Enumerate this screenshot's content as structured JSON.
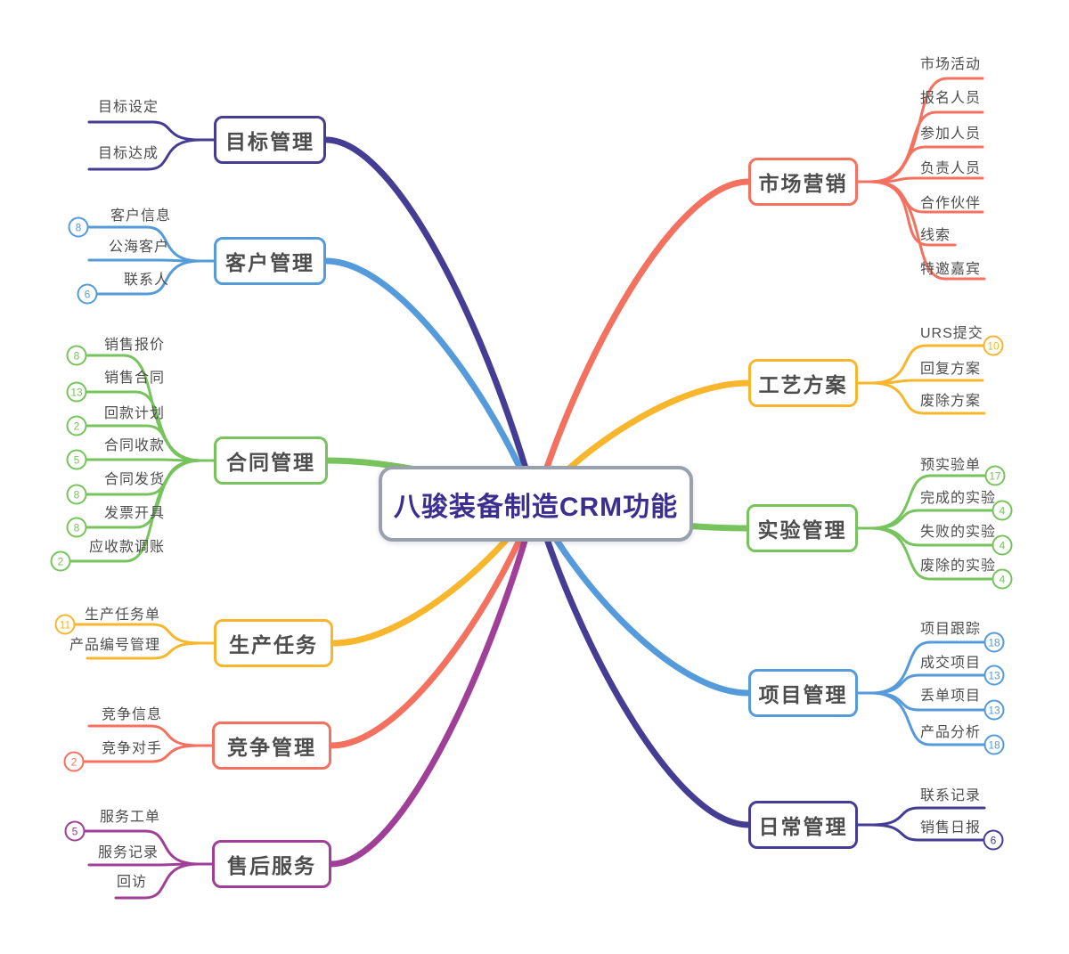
{
  "title": "八骏装备制造CRM功能",
  "colors": {
    "indigo": "#453c94",
    "blue": "#559bdb",
    "green": "#77c35d",
    "yellow": "#f8b62d",
    "red": "#f4705f",
    "magenta": "#a03f97",
    "center_text": "#3a2e8e",
    "center_border": "#99a1ae",
    "label_text": "#4d4d4d"
  },
  "left_branches": [
    {
      "id": "goal-management",
      "label": "目标管理",
      "color": "indigo",
      "children": [
        {
          "id": "goal-setting",
          "label": "目标设定"
        },
        {
          "id": "goal-achievement",
          "label": "目标达成"
        }
      ]
    },
    {
      "id": "customer-management",
      "label": "客户管理",
      "color": "blue",
      "children": [
        {
          "id": "customer-info",
          "label": "客户信息",
          "badge": "8"
        },
        {
          "id": "public-sea-customers",
          "label": "公海客户"
        },
        {
          "id": "contacts",
          "label": "联系人",
          "badge": "6"
        }
      ]
    },
    {
      "id": "contract-management",
      "label": "合同管理",
      "color": "green",
      "children": [
        {
          "id": "sales-quotation",
          "label": "销售报价",
          "badge": "8"
        },
        {
          "id": "sales-contract",
          "label": "销售合同",
          "badge": "13"
        },
        {
          "id": "payment-plan",
          "label": "回款计划",
          "badge": "2"
        },
        {
          "id": "contract-collection",
          "label": "合同收款",
          "badge": "5"
        },
        {
          "id": "contract-shipment",
          "label": "合同发货",
          "badge": "8"
        },
        {
          "id": "invoice-issuing",
          "label": "发票开具",
          "badge": "8"
        },
        {
          "id": "receivable-adjustment",
          "label": "应收款调账",
          "badge": "2"
        }
      ]
    },
    {
      "id": "production-tasks",
      "label": "生产任务",
      "color": "yellow",
      "children": [
        {
          "id": "production-task-order",
          "label": "生产任务单",
          "badge": "11"
        },
        {
          "id": "product-number-management",
          "label": "产品编号管理"
        }
      ]
    },
    {
      "id": "competition-management",
      "label": "竞争管理",
      "color": "red",
      "children": [
        {
          "id": "competition-info",
          "label": "竞争信息"
        },
        {
          "id": "competitors",
          "label": "竞争对手",
          "badge": "2"
        }
      ]
    },
    {
      "id": "after-sales-service",
      "label": "售后服务",
      "color": "magenta",
      "children": [
        {
          "id": "service-work-order",
          "label": "服务工单",
          "badge": "5"
        },
        {
          "id": "service-records",
          "label": "服务记录"
        },
        {
          "id": "return-visit",
          "label": "回访"
        }
      ]
    }
  ],
  "right_branches": [
    {
      "id": "marketing",
      "label": "市场营销",
      "color": "red",
      "children": [
        {
          "id": "market-activities",
          "label": "市场活动"
        },
        {
          "id": "registered-people",
          "label": "报名人员"
        },
        {
          "id": "participants",
          "label": "参加人员"
        },
        {
          "id": "responsible-people",
          "label": "负责人员"
        },
        {
          "id": "partners",
          "label": "合作伙伴"
        },
        {
          "id": "leads",
          "label": "线索"
        },
        {
          "id": "invited-guests",
          "label": "特邀嘉宾"
        }
      ]
    },
    {
      "id": "process-plan",
      "label": "工艺方案",
      "color": "yellow",
      "children": [
        {
          "id": "urs-submission",
          "label": "URS提交",
          "badge": "10"
        },
        {
          "id": "reply-plan",
          "label": "回复方案"
        },
        {
          "id": "abolished-plan",
          "label": "废除方案"
        }
      ]
    },
    {
      "id": "experiment-management",
      "label": "实验管理",
      "color": "green",
      "children": [
        {
          "id": "pre-experiment-order",
          "label": "预实验单",
          "badge": "17"
        },
        {
          "id": "completed-experiments",
          "label": "完成的实验",
          "badge": "4"
        },
        {
          "id": "failed-experiments",
          "label": "失败的实验",
          "badge": "4"
        },
        {
          "id": "abolished-experiments",
          "label": "废除的实验",
          "badge": "4"
        }
      ]
    },
    {
      "id": "project-management",
      "label": "项目管理",
      "color": "blue",
      "children": [
        {
          "id": "project-tracking",
          "label": "项目跟踪",
          "badge": "18"
        },
        {
          "id": "won-projects",
          "label": "成交项目",
          "badge": "13"
        },
        {
          "id": "lost-projects",
          "label": "丢单项目",
          "badge": "13"
        },
        {
          "id": "product-analysis",
          "label": "产品分析",
          "badge": "18"
        }
      ]
    },
    {
      "id": "daily-management",
      "label": "日常管理",
      "color": "indigo",
      "children": [
        {
          "id": "contact-records",
          "label": "联系记录"
        },
        {
          "id": "sales-daily-report",
          "label": "销售日报",
          "badge": "6"
        }
      ]
    }
  ]
}
